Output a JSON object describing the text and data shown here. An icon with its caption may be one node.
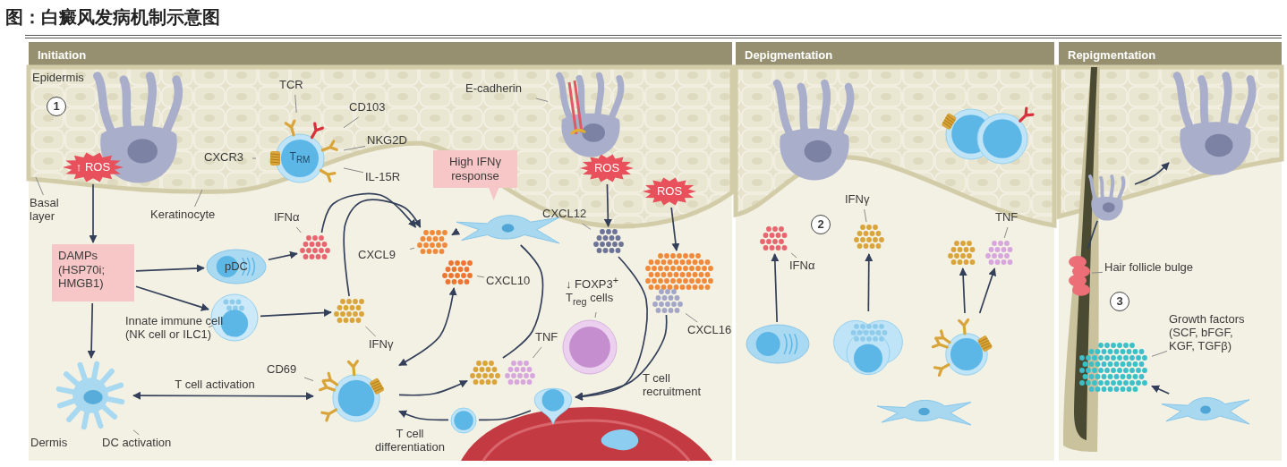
{
  "diagram": {
    "title": "图：白癜风发病机制示意图",
    "nodes": [
      {
        "text": [
          "Initiation"
        ]
      },
      {
        "text": [
          "Depigmentation"
        ]
      },
      {
        "text": [
          "Repigmentation"
        ]
      },
      {
        "text": [
          "↑ ROS"
        ],
        "in": 0
      },
      {
        "text": [
          "DAMPs (HSP70i; HMGB1)"
        ],
        "in": 0
      },
      {
        "text": [
          "pDC"
        ],
        "in": 0
      },
      {
        "text": [],
        "shape": "circle",
        "in": 0
      },
      {
        "text": [
          "Innate immune cell (NK cell or ILC1)"
        ],
        "in": 0
      },
      {
        "text": [],
        "shape": "cell",
        "in": 0
      },
      {
        "text": [
          "DC activation"
        ],
        "in": 0
      },
      {
        "text": [],
        "shape": "cell",
        "in": 0
      },
      {
        "text": [
          "CD69"
        ],
        "in": 0
      },
      {
        "text": [],
        "shape": "cluster",
        "in": 0
      },
      {
        "text": [
          "IFNα"
        ],
        "in": 0
      },
      {
        "text": [],
        "shape": "cluster",
        "in": 0
      },
      {
        "text": [
          "IFNγ"
        ],
        "in": 0
      },
      {
        "text": [],
        "shape": "cluster",
        "in": 0
      },
      {
        "text": [
          "CXCL9"
        ],
        "in": 0
      },
      {
        "text": [],
        "shape": "cluster",
        "in": 0
      },
      {
        "text": [
          "CXCL10"
        ],
        "in": 0
      },
      {
        "text": [],
        "shape": "cell",
        "in": 0
      },
      {
        "text": [
          "High IFNγ response"
        ],
        "in": 0
      },
      {
        "text": [],
        "shape": "cluster",
        "in": 0
      },
      {
        "text": [],
        "shape": "cluster",
        "in": 0
      },
      {
        "text": [
          "TNF"
        ],
        "in": 0
      },
      {
        "text": [],
        "shape": "circle",
        "in": 0
      },
      {
        "text": [
          "↓ FOXP3$^{+}$ T$_{reg}$ cells"
        ],
        "in": 0
      },
      {
        "text": [],
        "shape": "cell",
        "in": 0
      },
      {
        "text": [],
        "shape": "circle",
        "in": 0
      },
      {
        "text": [
          "T$_{RM}$"
        ],
        "in": 0
      },
      {
        "text": [
          "TCR"
        ],
        "in": 0
      },
      {
        "text": [
          "CD103"
        ],
        "in": 0
      },
      {
        "text": [
          "CXCR3"
        ],
        "in": 0
      },
      {
        "text": [
          "NKG2D"
        ],
        "in": 0
      },
      {
        "text": [
          "IL-15R"
        ],
        "in": 0
      },
      {
        "text": [
          "Keratinocyte"
        ],
        "in": 0
      },
      {
        "text": [
          "Basal layer"
        ],
        "in": 0
      },
      {
        "text": [
          "E-cadherin"
        ],
        "in": 0
      },
      {
        "text": [
          "ROS"
        ],
        "in": 0
      },
      {
        "text": [
          "ROS"
        ],
        "in": 0
      },
      {
        "text": [],
        "shape": "cluster",
        "in": 0
      },
      {
        "text": [
          "CXCL12"
        ],
        "in": 0
      },
      {
        "text": [],
        "shape": "cluster",
        "in": 0
      },
      {
        "text": [],
        "shape": "cluster",
        "in": 0
      },
      {
        "text": [
          "CXCL16"
        ],
        "in": 0
      },
      {
        "text": [
          "IFNα"
        ],
        "in": 1
      },
      {
        "text": [],
        "shape": "cluster",
        "in": 1
      },
      {
        "text": [],
        "shape": "cell",
        "in": 1
      },
      {
        "text": [
          "IFNγ"
        ],
        "in": 1
      },
      {
        "text": [],
        "shape": "cluster",
        "in": 1
      },
      {
        "text": [],
        "shape": "cell",
        "in": 1
      },
      {
        "text": [],
        "shape": "cluster",
        "in": 1
      },
      {
        "text": [],
        "shape": "cluster",
        "in": 1
      },
      {
        "text": [
          "TNF"
        ],
        "in": 1
      },
      {
        "text": [],
        "shape": "cell",
        "in": 1
      },
      {
        "text": [],
        "shape": "bulge",
        "in": 2
      },
      {
        "text": [
          "Hair follicle bulge"
        ],
        "in": 2
      },
      {
        "text": [],
        "shape": "cell",
        "in": 2
      },
      {
        "text": [],
        "shape": "cell",
        "in": 2
      },
      {
        "text": [],
        "shape": "cluster",
        "in": 2
      },
      {
        "text": [
          "Growth factors (SCF, bFGF, KGF, TGFβ)"
        ],
        "in": 2
      },
      {
        "text": [],
        "shape": "cell",
        "in": 2
      },
      {
        "text": [],
        "shape": "cell",
        "in": 0
      }
    ],
    "edges": [
      {
        "from": 3,
        "to": 4,
        "arrow": "to"
      },
      {
        "from": 4,
        "to": 5,
        "arrow": "to"
      },
      {
        "from": 4,
        "to": 6,
        "arrow": "to"
      },
      {
        "from": 4,
        "to": 8,
        "arrow": "to"
      },
      {
        "from": 5,
        "to": 12,
        "arrow": "to"
      },
      {
        "from": 6,
        "to": 14,
        "arrow": "to"
      },
      {
        "from": 12,
        "to": 16,
        "arrow": "to"
      },
      {
        "from": 14,
        "to": 16,
        "arrow": "to"
      },
      {
        "from": 8,
        "to": 10,
        "arrow": "both",
        "label": "T cell activation"
      },
      {
        "from": 10,
        "to": 22,
        "arrow": "to"
      },
      {
        "from": 22,
        "to": 20,
        "arrow": "none"
      },
      {
        "from": 20,
        "to": 16,
        "arrow": "to"
      },
      {
        "from": 10,
        "to": 18,
        "arrow": "both"
      },
      {
        "from": 27,
        "to": 28,
        "arrow": "none"
      },
      {
        "from": 28,
        "to": 10,
        "arrow": "to",
        "label": "T cell differentiation"
      },
      {
        "from": 40,
        "to": 27,
        "arrow": "to"
      },
      {
        "from": 43,
        "to": 27,
        "arrow": "to"
      },
      {
        "from": 38,
        "to": 40,
        "arrow": "to"
      },
      {
        "from": 39,
        "to": 42,
        "arrow": "to"
      },
      {
        "from": 7,
        "to": 6,
        "arrow": "none",
        "color": "#8a8a8a"
      },
      {
        "from": 9,
        "to": 8,
        "arrow": "none",
        "color": "#8a8a8a"
      },
      {
        "from": 11,
        "to": 10,
        "arrow": "none",
        "color": "#8a8a8a"
      },
      {
        "from": 13,
        "to": 12,
        "arrow": "none",
        "color": "#8a8a8a"
      },
      {
        "from": 15,
        "to": 14,
        "arrow": "none",
        "color": "#8a8a8a"
      },
      {
        "from": 17,
        "to": 16,
        "arrow": "none",
        "color": "#8a8a8a"
      },
      {
        "from": 19,
        "to": 18,
        "arrow": "none",
        "color": "#8a8a8a"
      },
      {
        "from": 24,
        "to": 23,
        "arrow": "none",
        "color": "#8a8a8a"
      },
      {
        "from": 26,
        "to": 25,
        "arrow": "none",
        "color": "#8a8a8a"
      },
      {
        "from": 30,
        "to": 29,
        "arrow": "none",
        "color": "#8a8a8a"
      },
      {
        "from": 31,
        "to": 29,
        "arrow": "none",
        "color": "#8a8a8a"
      },
      {
        "from": 32,
        "to": 29,
        "arrow": "none",
        "color": "#8a8a8a"
      },
      {
        "from": 33,
        "to": 29,
        "arrow": "none",
        "color": "#8a8a8a"
      },
      {
        "from": 34,
        "to": 29,
        "arrow": "none",
        "color": "#8a8a8a"
      },
      {
        "from": 35,
        "to": null,
        "arrow": "none",
        "color": "#8a8a8a"
      },
      {
        "from": 36,
        "to": null,
        "arrow": "none",
        "color": "#8a8a8a"
      },
      {
        "from": 37,
        "to": 62,
        "arrow": "none",
        "color": "#8a8a8a"
      },
      {
        "from": 41,
        "to": 40,
        "arrow": "none",
        "color": "#8a8a8a"
      },
      {
        "from": 44,
        "to": 43,
        "arrow": "none",
        "color": "#8a8a8a"
      },
      {
        "from": 47,
        "to": 46,
        "arrow": "to"
      },
      {
        "from": 50,
        "to": 49,
        "arrow": "to"
      },
      {
        "from": 54,
        "to": 51,
        "arrow": "to"
      },
      {
        "from": 54,
        "to": 52,
        "arrow": "to"
      },
      {
        "from": 45,
        "to": 46,
        "arrow": "none",
        "color": "#8a8a8a"
      },
      {
        "from": 48,
        "to": 49,
        "arrow": "none",
        "color": "#8a8a8a"
      },
      {
        "from": 53,
        "to": 52,
        "arrow": "none",
        "color": "#8a8a8a"
      },
      {
        "from": 55,
        "to": 57,
        "arrow": "none"
      },
      {
        "from": 57,
        "to": 58,
        "arrow": "to"
      },
      {
        "from": 61,
        "to": 59,
        "arrow": "to"
      },
      {
        "from": 56,
        "to": 55,
        "arrow": "none",
        "color": "#8a8a8a"
      },
      {
        "from": 60,
        "to": 59,
        "arrow": "none",
        "color": "#8a8a8a"
      }
    ],
    "labels": [
      "Epidermis",
      "1",
      "Dermis",
      "2",
      "3",
      "T cell recruitment"
    ]
  }
}
